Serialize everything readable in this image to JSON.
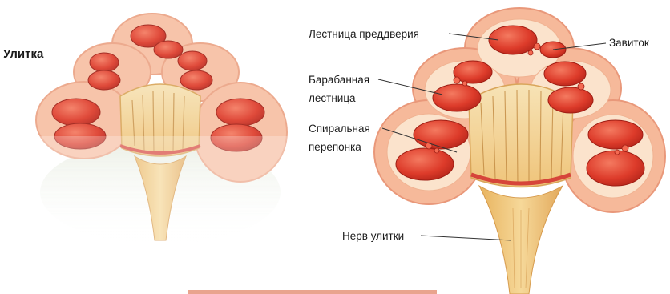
{
  "title": "Улитка",
  "labels": {
    "scala_vestibuli": "Лестница преддверия",
    "scala_tympani_line1": "Барабанная",
    "scala_tympani_line2": "лестница",
    "spiral_membrane_line1": "Спиральная",
    "spiral_membrane_line2": "перепонка",
    "helix": "Завиток",
    "cochlear_nerve": "Нерв улитки"
  },
  "colors": {
    "outer_tissue": "#f6b99a",
    "outer_tissue_edge": "#e9987a",
    "inner_band": "#fbe3cc",
    "chamber_red": "#dd3b2a",
    "chamber_dark": "#b8241a",
    "chamber_light": "#f46a52",
    "core_bone": "#f3cf84",
    "core_stripe": "#c98f3e",
    "core_red_band": "#d6453a",
    "nerve": "#eec178",
    "leader_line": "#333333"
  }
}
